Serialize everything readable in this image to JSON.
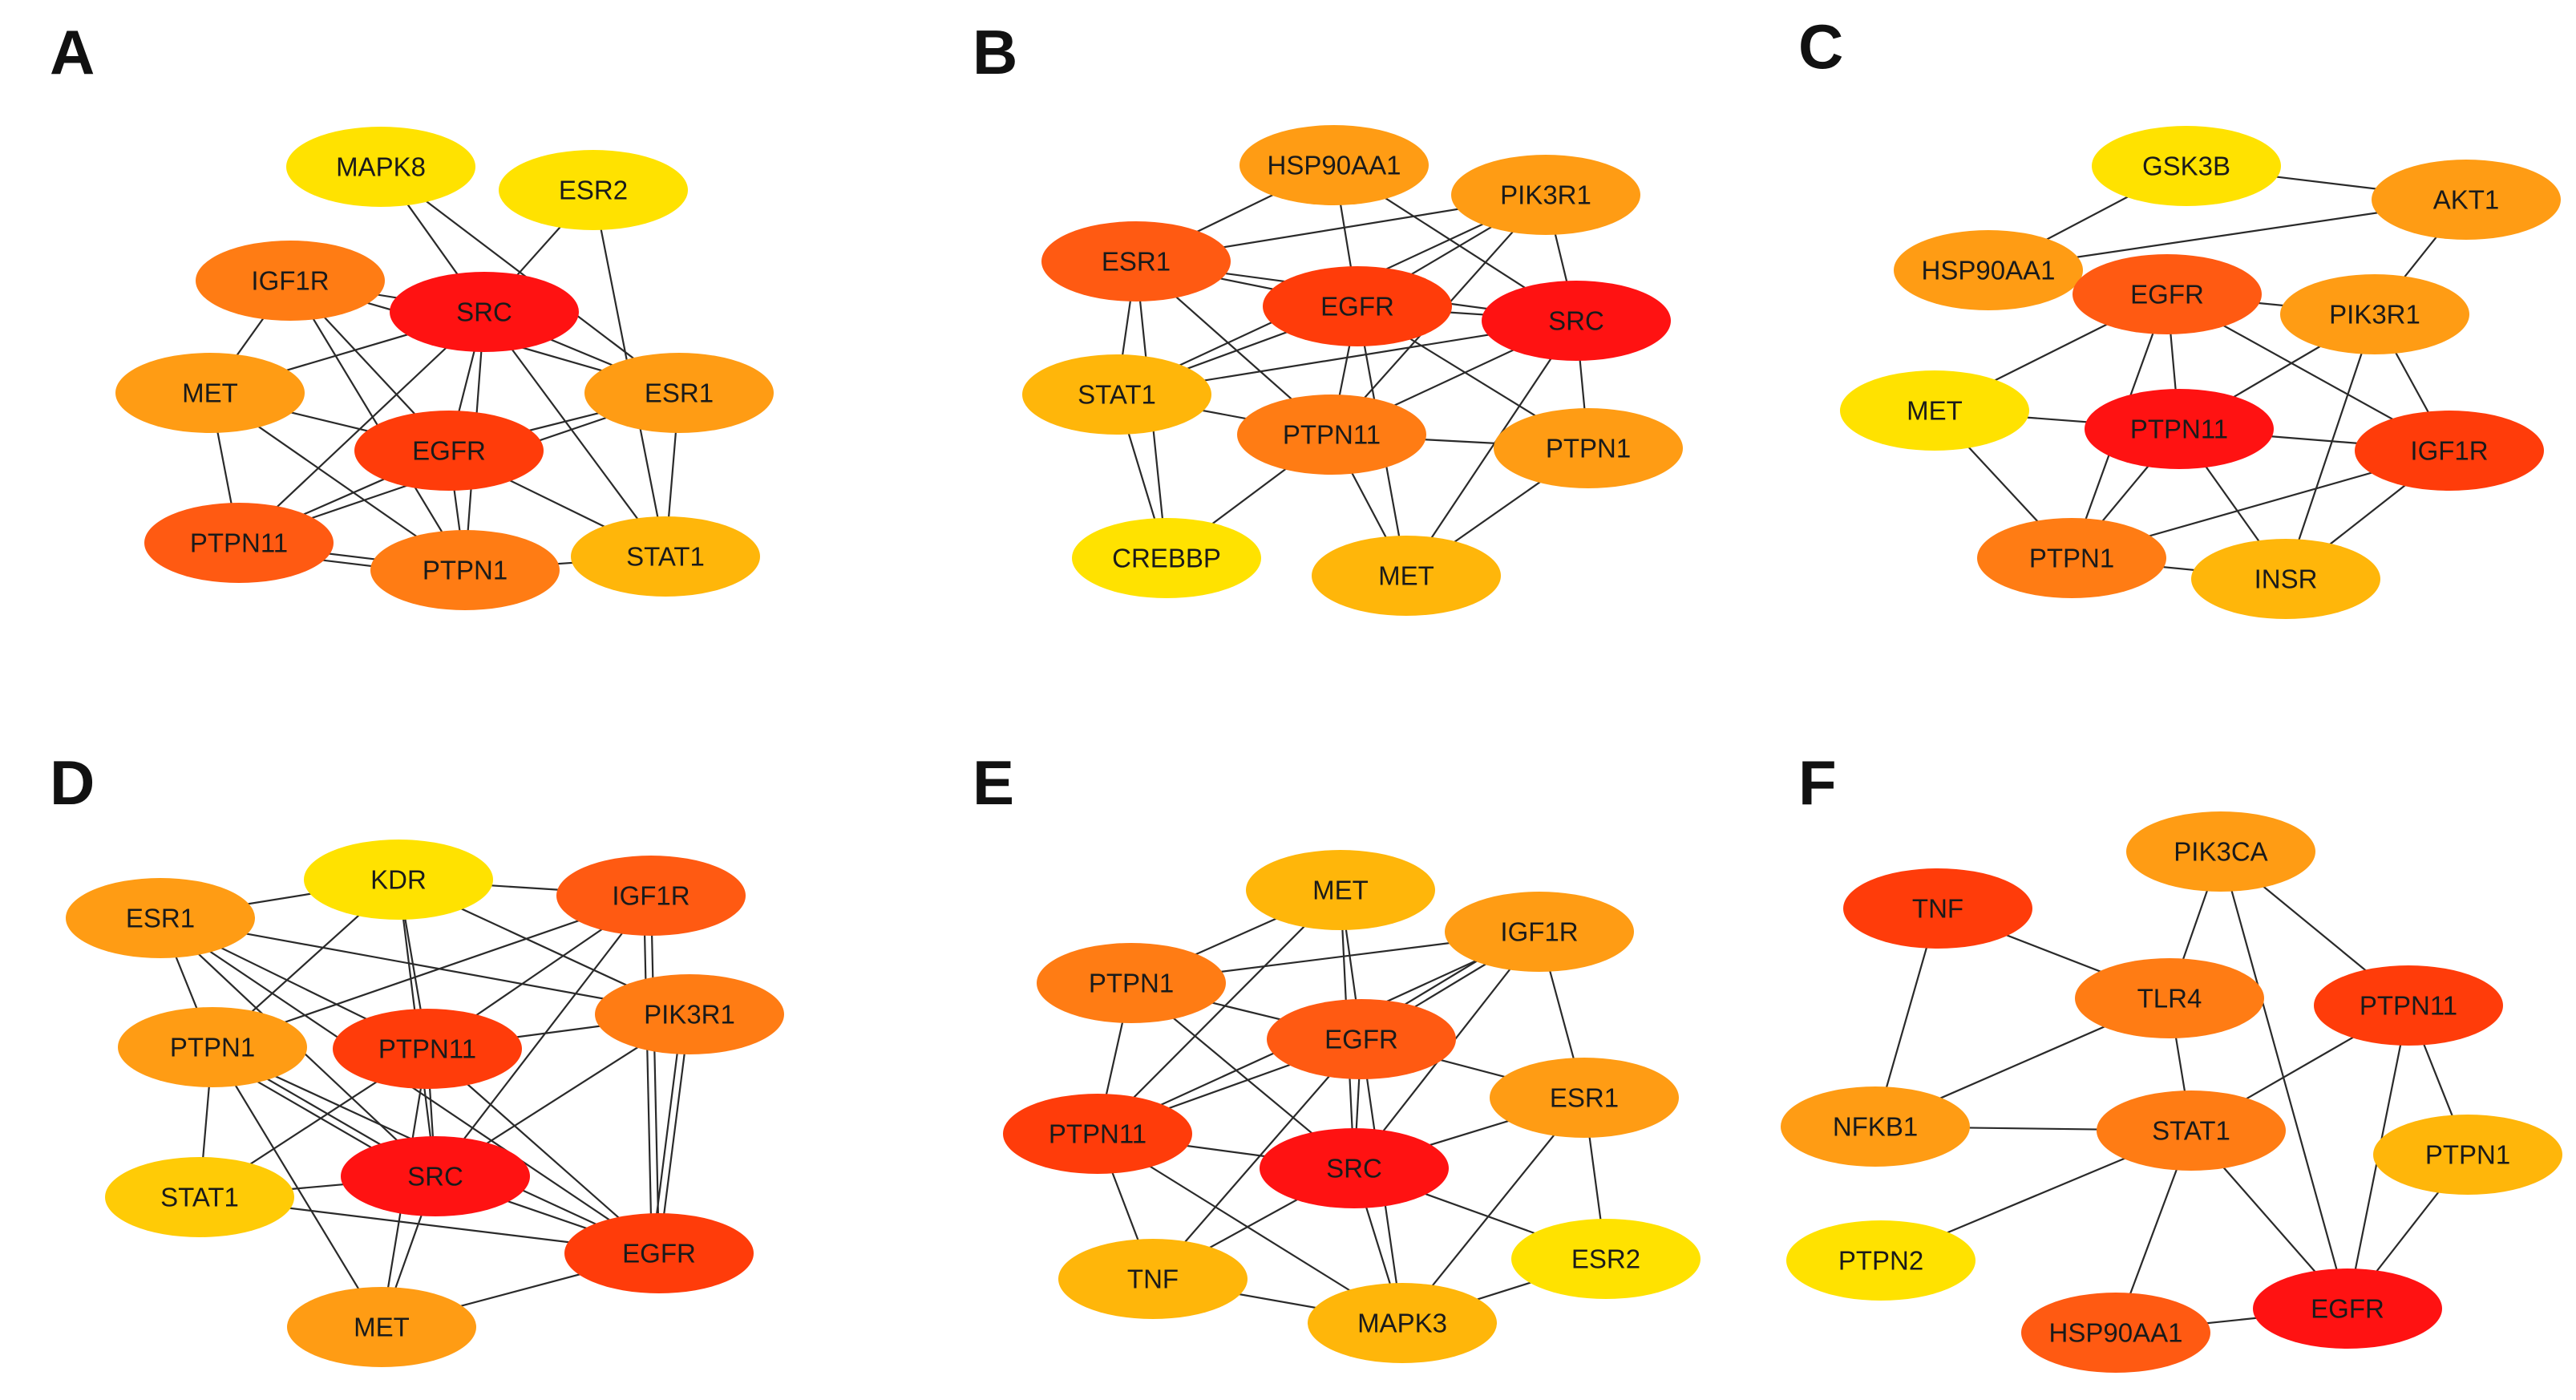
{
  "colors": {
    "red": "#ff1212",
    "red_orange": "#ff3c0a",
    "orange_red": "#ff5a12",
    "orange": "#ff7c14",
    "light_orange": "#ff9c14",
    "amber": "#ffb60a",
    "gold": "#ffcb06",
    "yellow": "#ffe200"
  },
  "panels": [
    {
      "letter": "A",
      "nodes": [
        {
          "id": "MAPK8",
          "label": "MAPK8",
          "color": "yellow"
        },
        {
          "id": "ESR2",
          "label": "ESR2",
          "color": "yellow"
        },
        {
          "id": "IGF1R",
          "label": "IGF1R",
          "color": "orange"
        },
        {
          "id": "SRC",
          "label": "SRC",
          "color": "red"
        },
        {
          "id": "MET",
          "label": "MET",
          "color": "light_orange"
        },
        {
          "id": "ESR1",
          "label": "ESR1",
          "color": "light_orange"
        },
        {
          "id": "EGFR",
          "label": "EGFR",
          "color": "red_orange"
        },
        {
          "id": "PTPN11",
          "label": "PTPN11",
          "color": "orange_red"
        },
        {
          "id": "PTPN1",
          "label": "PTPN1",
          "color": "orange"
        },
        {
          "id": "STAT1",
          "label": "STAT1",
          "color": "amber"
        }
      ],
      "edges": [
        [
          "MAPK8",
          "SRC"
        ],
        [
          "MAPK8",
          "ESR1"
        ],
        [
          "ESR2",
          "SRC"
        ],
        [
          "ESR2",
          "STAT1"
        ],
        [
          "IGF1R",
          "SRC"
        ],
        [
          "IGF1R",
          "MET"
        ],
        [
          "IGF1R",
          "EGFR"
        ],
        [
          "IGF1R",
          "PTPN1"
        ],
        [
          "IGF1R",
          "ESR1"
        ],
        [
          "SRC",
          "MET"
        ],
        [
          "SRC",
          "ESR1"
        ],
        [
          "SRC",
          "EGFR"
        ],
        [
          "SRC",
          "PTPN11"
        ],
        [
          "SRC",
          "PTPN1"
        ],
        [
          "SRC",
          "STAT1"
        ],
        [
          "MET",
          "EGFR"
        ],
        [
          "MET",
          "PTPN11"
        ],
        [
          "MET",
          "PTPN1"
        ],
        [
          "ESR1",
          "EGFR"
        ],
        [
          "ESR1",
          "STAT1"
        ],
        [
          "ESR1",
          "PTPN11"
        ],
        [
          "EGFR",
          "PTPN11"
        ],
        [
          "EGFR",
          "PTPN1"
        ],
        [
          "EGFR",
          "STAT1"
        ],
        [
          "PTPN11",
          "PTPN1"
        ],
        [
          "PTPN11",
          "PTPN1"
        ],
        [
          "PTPN1",
          "STAT1"
        ]
      ]
    },
    {
      "letter": "B",
      "nodes": [
        {
          "id": "HSP90AA1",
          "label": "HSP90AA1",
          "color": "light_orange"
        },
        {
          "id": "PIK3R1",
          "label": "PIK3R1",
          "color": "light_orange"
        },
        {
          "id": "ESR1",
          "label": "ESR1",
          "color": "orange_red"
        },
        {
          "id": "EGFR",
          "label": "EGFR",
          "color": "red_orange"
        },
        {
          "id": "SRC",
          "label": "SRC",
          "color": "red"
        },
        {
          "id": "STAT1",
          "label": "STAT1",
          "color": "amber"
        },
        {
          "id": "PTPN11",
          "label": "PTPN11",
          "color": "orange"
        },
        {
          "id": "PTPN1",
          "label": "PTPN1",
          "color": "light_orange"
        },
        {
          "id": "CREBBP",
          "label": "CREBBP",
          "color": "yellow"
        },
        {
          "id": "MET",
          "label": "MET",
          "color": "amber"
        }
      ],
      "edges": [
        [
          "HSP90AA1",
          "ESR1"
        ],
        [
          "HSP90AA1",
          "EGFR"
        ],
        [
          "HSP90AA1",
          "SRC"
        ],
        [
          "PIK3R1",
          "ESR1"
        ],
        [
          "PIK3R1",
          "EGFR"
        ],
        [
          "PIK3R1",
          "SRC"
        ],
        [
          "PIK3R1",
          "PTPN11"
        ],
        [
          "PIK3R1",
          "STAT1"
        ],
        [
          "ESR1",
          "EGFR"
        ],
        [
          "ESR1",
          "SRC"
        ],
        [
          "ESR1",
          "STAT1"
        ],
        [
          "ESR1",
          "PTPN11"
        ],
        [
          "ESR1",
          "CREBBP"
        ],
        [
          "EGFR",
          "SRC"
        ],
        [
          "EGFR",
          "STAT1"
        ],
        [
          "EGFR",
          "PTPN11"
        ],
        [
          "EGFR",
          "PTPN1"
        ],
        [
          "EGFR",
          "MET"
        ],
        [
          "SRC",
          "STAT1"
        ],
        [
          "SRC",
          "PTPN11"
        ],
        [
          "SRC",
          "PTPN1"
        ],
        [
          "SRC",
          "MET"
        ],
        [
          "STAT1",
          "PTPN11"
        ],
        [
          "STAT1",
          "CREBBP"
        ],
        [
          "PTPN11",
          "PTPN1"
        ],
        [
          "PTPN11",
          "MET"
        ],
        [
          "PTPN11",
          "CREBBP"
        ],
        [
          "PTPN1",
          "MET"
        ]
      ]
    },
    {
      "letter": "C",
      "nodes": [
        {
          "id": "GSK3B",
          "label": "GSK3B",
          "color": "yellow"
        },
        {
          "id": "AKT1",
          "label": "AKT1",
          "color": "light_orange"
        },
        {
          "id": "HSP90AA1",
          "label": "HSP90AA1",
          "color": "light_orange"
        },
        {
          "id": "EGFR",
          "label": "EGFR",
          "color": "orange_red"
        },
        {
          "id": "PIK3R1",
          "label": "PIK3R1",
          "color": "light_orange"
        },
        {
          "id": "MET",
          "label": "MET",
          "color": "yellow"
        },
        {
          "id": "PTPN11",
          "label": "PTPN11",
          "color": "red"
        },
        {
          "id": "IGF1R",
          "label": "IGF1R",
          "color": "red_orange"
        },
        {
          "id": "PTPN1",
          "label": "PTPN1",
          "color": "orange"
        },
        {
          "id": "INSR",
          "label": "INSR",
          "color": "amber"
        }
      ],
      "edges": [
        [
          "GSK3B",
          "HSP90AA1"
        ],
        [
          "GSK3B",
          "AKT1"
        ],
        [
          "AKT1",
          "HSP90AA1"
        ],
        [
          "AKT1",
          "PIK3R1"
        ],
        [
          "HSP90AA1",
          "EGFR"
        ],
        [
          "EGFR",
          "PIK3R1"
        ],
        [
          "EGFR",
          "MET"
        ],
        [
          "EGFR",
          "PTPN11"
        ],
        [
          "EGFR",
          "IGF1R"
        ],
        [
          "EGFR",
          "PTPN1"
        ],
        [
          "PIK3R1",
          "PTPN11"
        ],
        [
          "PIK3R1",
          "IGF1R"
        ],
        [
          "PIK3R1",
          "INSR"
        ],
        [
          "MET",
          "PTPN11"
        ],
        [
          "MET",
          "PTPN1"
        ],
        [
          "PTPN11",
          "IGF1R"
        ],
        [
          "PTPN11",
          "PTPN1"
        ],
        [
          "PTPN11",
          "INSR"
        ],
        [
          "IGF1R",
          "PTPN1"
        ],
        [
          "IGF1R",
          "INSR"
        ],
        [
          "PTPN1",
          "INSR"
        ]
      ]
    },
    {
      "letter": "D",
      "nodes": [
        {
          "id": "KDR",
          "label": "KDR",
          "color": "yellow"
        },
        {
          "id": "ESR1",
          "label": "ESR1",
          "color": "light_orange"
        },
        {
          "id": "IGF1R",
          "label": "IGF1R",
          "color": "orange_red"
        },
        {
          "id": "PTPN1",
          "label": "PTPN1",
          "color": "light_orange"
        },
        {
          "id": "PTPN11",
          "label": "PTPN11",
          "color": "red_orange"
        },
        {
          "id": "PIK3R1",
          "label": "PIK3R1",
          "color": "orange"
        },
        {
          "id": "STAT1",
          "label": "STAT1",
          "color": "gold"
        },
        {
          "id": "SRC",
          "label": "SRC",
          "color": "red"
        },
        {
          "id": "EGFR",
          "label": "EGFR",
          "color": "red_orange"
        },
        {
          "id": "MET",
          "label": "MET",
          "color": "light_orange"
        }
      ],
      "edges": [
        [
          "ESR1",
          "KDR"
        ],
        [
          "ESR1",
          "PIK3R1"
        ],
        [
          "ESR1",
          "PTPN1"
        ],
        [
          "ESR1",
          "SRC"
        ],
        [
          "ESR1",
          "EGFR"
        ],
        [
          "ESR1",
          "PTPN11"
        ],
        [
          "KDR",
          "IGF1R"
        ],
        [
          "KDR",
          "PTPN11"
        ],
        [
          "KDR",
          "SRC"
        ],
        [
          "KDR",
          "PTPN1"
        ],
        [
          "KDR",
          "PIK3R1"
        ],
        [
          "IGF1R",
          "PTPN11"
        ],
        [
          "IGF1R",
          "PTPN1"
        ],
        [
          "IGF1R",
          "SRC"
        ],
        [
          "IGF1R",
          "EGFR"
        ],
        [
          "IGF1R",
          "EGFR"
        ],
        [
          "PTPN1",
          "SRC"
        ],
        [
          "PTPN1",
          "SRC"
        ],
        [
          "PTPN1",
          "STAT1"
        ],
        [
          "PTPN1",
          "MET"
        ],
        [
          "PTPN1",
          "EGFR"
        ],
        [
          "PTPN11",
          "SRC"
        ],
        [
          "PTPN11",
          "STAT1"
        ],
        [
          "PTPN11",
          "EGFR"
        ],
        [
          "PTPN11",
          "PIK3R1"
        ],
        [
          "PIK3R1",
          "SRC"
        ],
        [
          "PIK3R1",
          "EGFR"
        ],
        [
          "PIK3R1",
          "EGFR"
        ],
        [
          "STAT1",
          "SRC"
        ],
        [
          "STAT1",
          "EGFR"
        ],
        [
          "SRC",
          "EGFR"
        ],
        [
          "SRC",
          "MET"
        ],
        [
          "MET",
          "EGFR"
        ],
        [
          "MET",
          "PTPN11"
        ]
      ]
    },
    {
      "letter": "E",
      "nodes": [
        {
          "id": "MET",
          "label": "MET",
          "color": "amber"
        },
        {
          "id": "IGF1R",
          "label": "IGF1R",
          "color": "light_orange"
        },
        {
          "id": "PTPN1",
          "label": "PTPN1",
          "color": "orange"
        },
        {
          "id": "EGFR",
          "label": "EGFR",
          "color": "orange_red"
        },
        {
          "id": "ESR1",
          "label": "ESR1",
          "color": "light_orange"
        },
        {
          "id": "PTPN11",
          "label": "PTPN11",
          "color": "red_orange"
        },
        {
          "id": "SRC",
          "label": "SRC",
          "color": "red"
        },
        {
          "id": "TNF",
          "label": "TNF",
          "color": "amber"
        },
        {
          "id": "ESR2",
          "label": "ESR2",
          "color": "yellow"
        },
        {
          "id": "MAPK3",
          "label": "MAPK3",
          "color": "amber"
        }
      ],
      "edges": [
        [
          "MET",
          "PTPN1"
        ],
        [
          "MET",
          "EGFR"
        ],
        [
          "MET",
          "SRC"
        ],
        [
          "MET",
          "PTPN11"
        ],
        [
          "IGF1R",
          "PTPN1"
        ],
        [
          "IGF1R",
          "EGFR"
        ],
        [
          "IGF1R",
          "EGFR"
        ],
        [
          "IGF1R",
          "PTPN11"
        ],
        [
          "IGF1R",
          "ESR1"
        ],
        [
          "IGF1R",
          "SRC"
        ],
        [
          "PTPN1",
          "EGFR"
        ],
        [
          "PTPN1",
          "PTPN11"
        ],
        [
          "PTPN1",
          "SRC"
        ],
        [
          "EGFR",
          "PTPN11"
        ],
        [
          "EGFR",
          "SRC"
        ],
        [
          "EGFR",
          "ESR1"
        ],
        [
          "EGFR",
          "TNF"
        ],
        [
          "EGFR",
          "MAPK3"
        ],
        [
          "ESR1",
          "SRC"
        ],
        [
          "ESR1",
          "ESR2"
        ],
        [
          "ESR1",
          "MAPK3"
        ],
        [
          "PTPN11",
          "SRC"
        ],
        [
          "PTPN11",
          "TNF"
        ],
        [
          "PTPN11",
          "MAPK3"
        ],
        [
          "SRC",
          "TNF"
        ],
        [
          "SRC",
          "ESR2"
        ],
        [
          "SRC",
          "MAPK3"
        ],
        [
          "TNF",
          "MAPK3"
        ],
        [
          "ESR2",
          "MAPK3"
        ]
      ]
    },
    {
      "letter": "F",
      "nodes": [
        {
          "id": "PIK3CA",
          "label": "PIK3CA",
          "color": "light_orange"
        },
        {
          "id": "TNF",
          "label": "TNF",
          "color": "red_orange"
        },
        {
          "id": "TLR4",
          "label": "TLR4",
          "color": "orange"
        },
        {
          "id": "PTPN11",
          "label": "PTPN11",
          "color": "red_orange"
        },
        {
          "id": "NFKB1",
          "label": "NFKB1",
          "color": "light_orange"
        },
        {
          "id": "STAT1",
          "label": "STAT1",
          "color": "orange"
        },
        {
          "id": "PTPN1",
          "label": "PTPN1",
          "color": "amber"
        },
        {
          "id": "PTPN2",
          "label": "PTPN2",
          "color": "yellow"
        },
        {
          "id": "HSP90AA1",
          "label": "HSP90AA1",
          "color": "orange_red"
        },
        {
          "id": "EGFR",
          "label": "EGFR",
          "color": "red"
        }
      ],
      "edges": [
        [
          "PIK3CA",
          "TLR4"
        ],
        [
          "PIK3CA",
          "PTPN11"
        ],
        [
          "PIK3CA",
          "EGFR"
        ],
        [
          "TNF",
          "TLR4"
        ],
        [
          "TNF",
          "NFKB1"
        ],
        [
          "TLR4",
          "NFKB1"
        ],
        [
          "TLR4",
          "STAT1"
        ],
        [
          "NFKB1",
          "STAT1"
        ],
        [
          "STAT1",
          "PTPN11"
        ],
        [
          "STAT1",
          "PTPN2"
        ],
        [
          "STAT1",
          "HSP90AA1"
        ],
        [
          "STAT1",
          "EGFR"
        ],
        [
          "PTPN11",
          "PTPN1"
        ],
        [
          "PTPN11",
          "EGFR"
        ],
        [
          "PTPN1",
          "EGFR"
        ],
        [
          "HSP90AA1",
          "EGFR"
        ]
      ]
    }
  ]
}
